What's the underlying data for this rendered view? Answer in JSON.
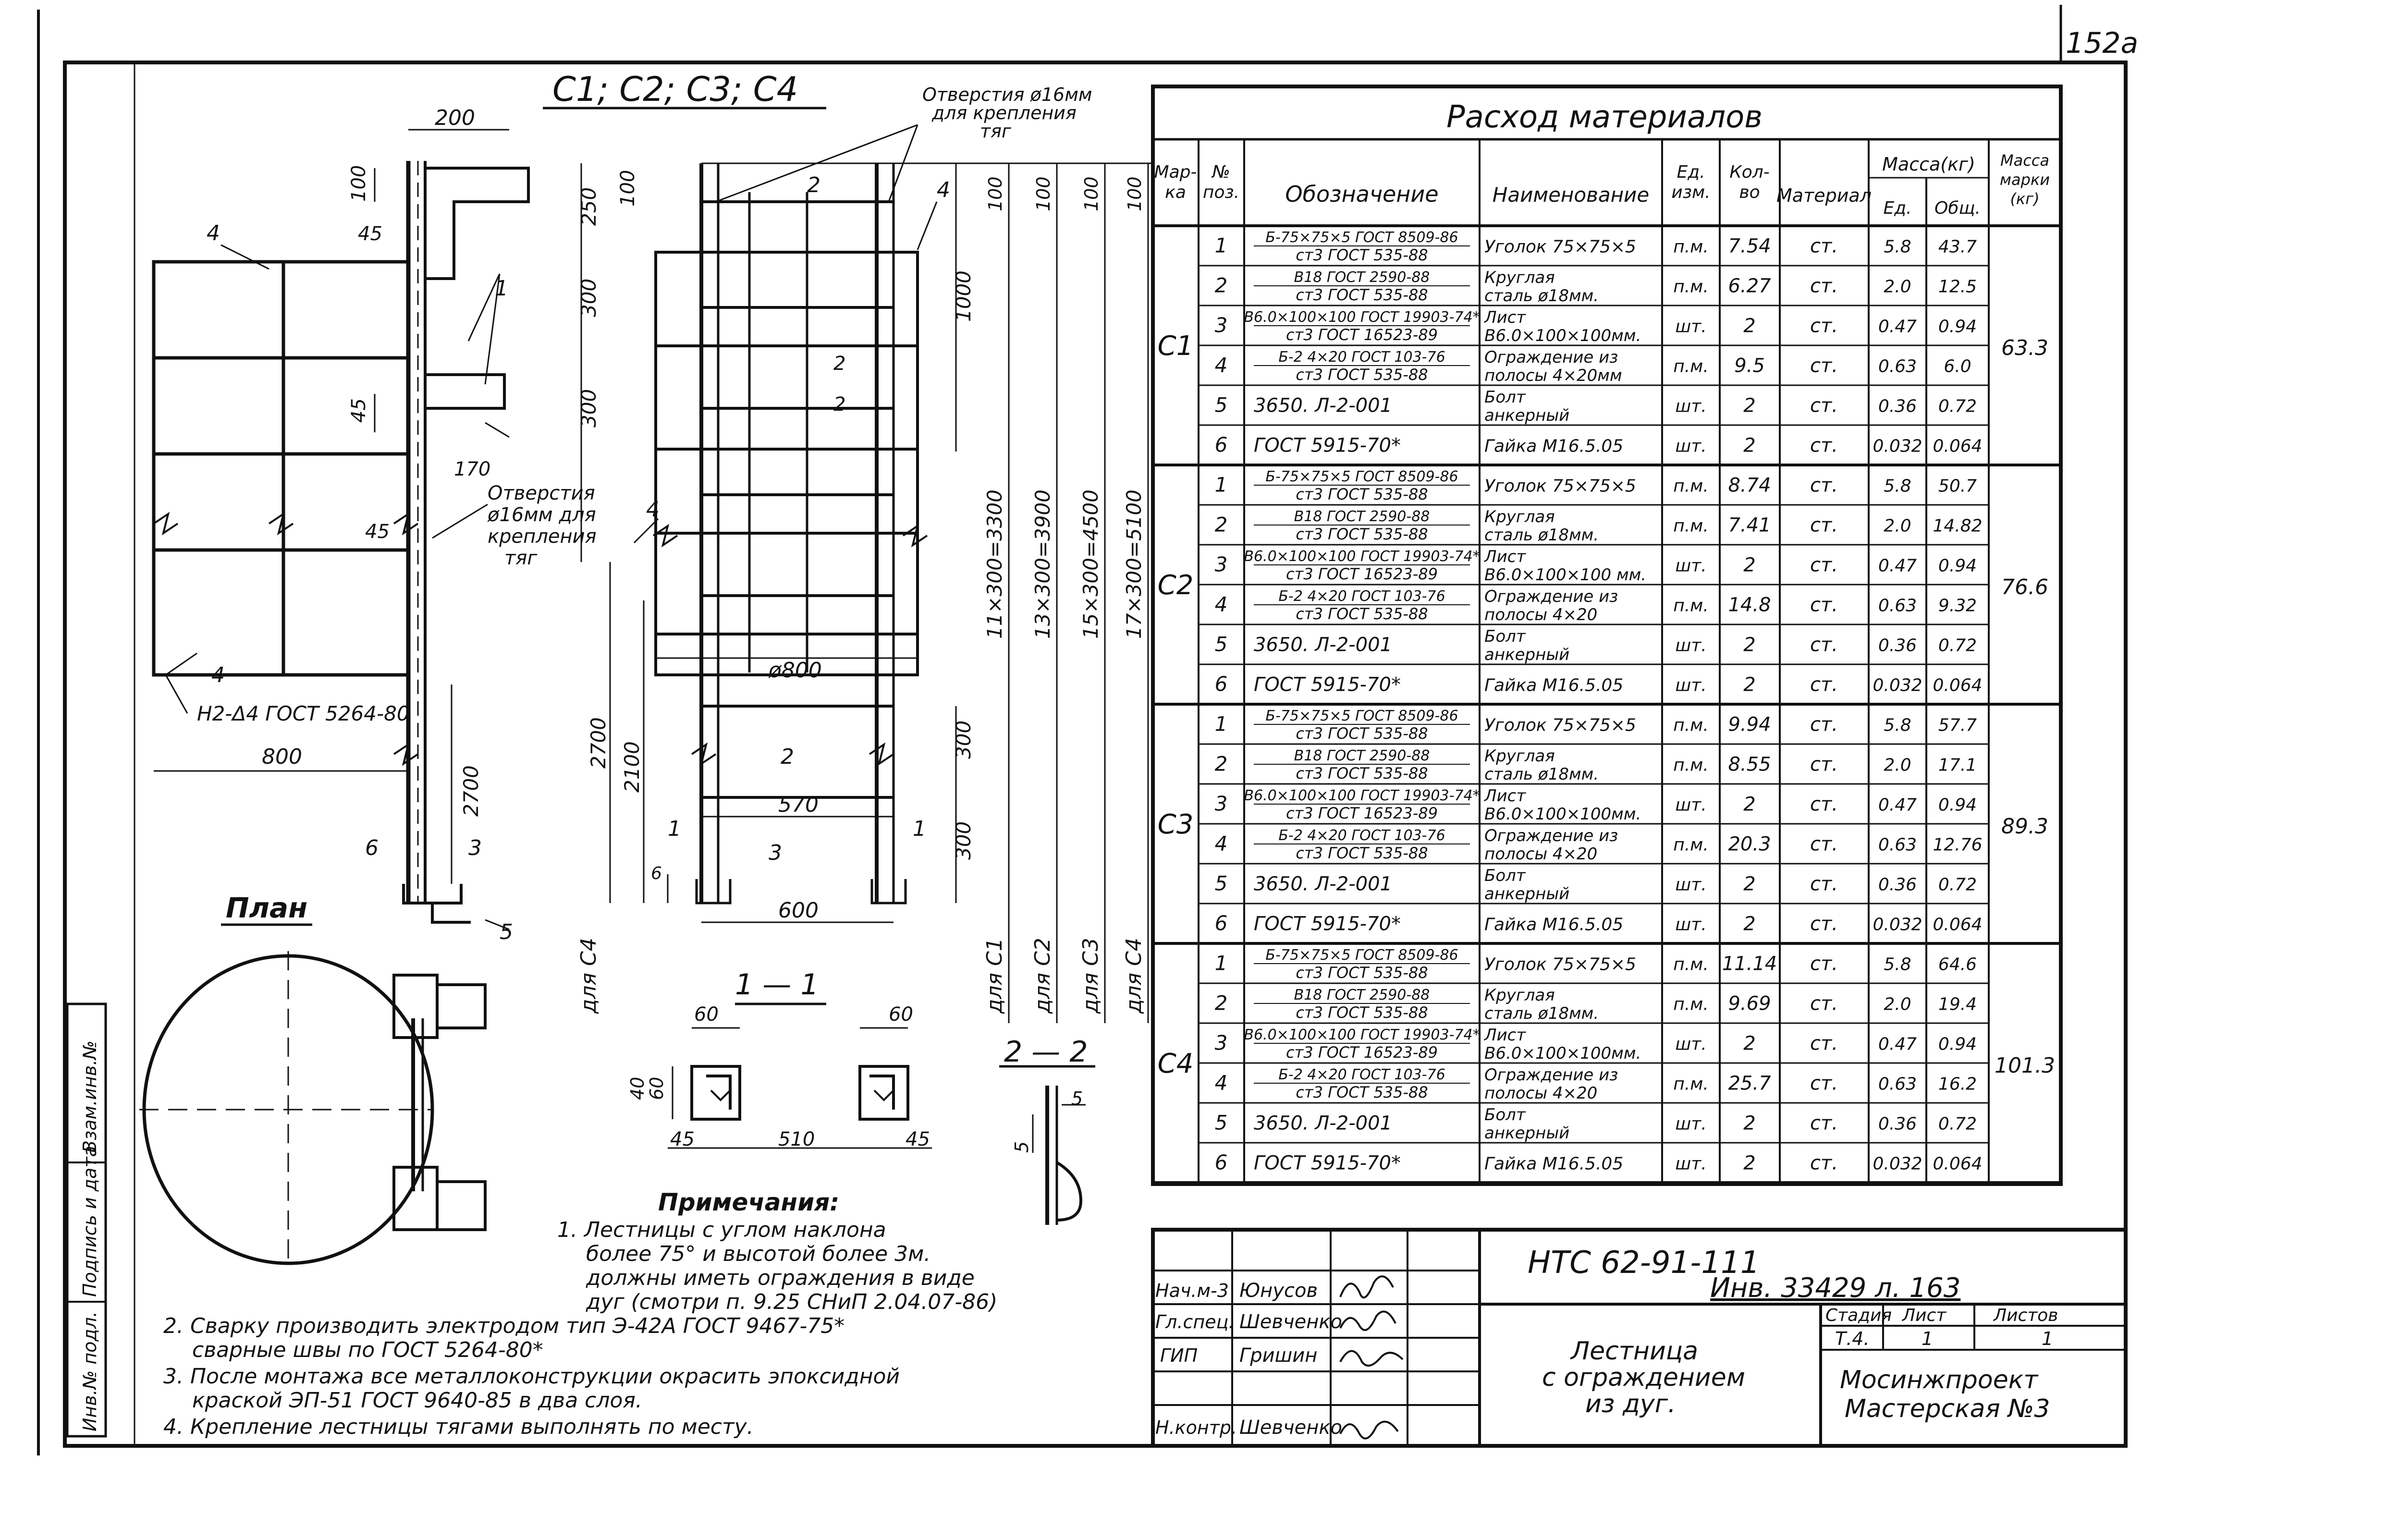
{
  "sheet_number": "152а",
  "drawing_title": "С1; С2; С3; С4",
  "labels": {
    "holes_top": [
      "Отверстия ø16мм",
      "для крепления",
      "тяг"
    ],
    "holes_mid": [
      "Отверстия",
      "ø16мм для",
      "крепления",
      "тяг"
    ],
    "plan": "План",
    "section_1": "1 — 1",
    "section_2": "2 — 2",
    "weld_spec": "Н2-Δ4 ГОСТ 5264-80",
    "for_c1": "для С1",
    "for_c2": "для С2",
    "for_c3": "для С3",
    "for_c4": "для С4",
    "side_stamp": [
      "Инв.№ подл.",
      "Подпись и дата",
      "Взам.инв.№"
    ]
  },
  "dimensions": {
    "d200": "200",
    "d100": "100",
    "d45": "45",
    "d170": "170",
    "d800": "800",
    "d2700": "2700",
    "d250": "250",
    "d300": "300",
    "d1000": "1000",
    "d2100": "2100",
    "d570": "570",
    "d600": "600",
    "d6": "6",
    "d_phi800": "ø800",
    "d_c1": "11×300=3300",
    "d_c2": "13×300=3900",
    "d_c3": "15×300=4500",
    "d_c4": "17×300=5100",
    "d60": "60",
    "d510": "510",
    "d40": "40",
    "d5": "5"
  },
  "notes": {
    "title": "Примечания:",
    "items": [
      "1. Лестницы с углом наклона",
      "более 75° и высотой более 3м.",
      "должны иметь ограждения в виде",
      "дуг (смотри п. 9.25 СНиП 2.04.07-86)",
      "2. Сварку производить электродом тип Э-42А ГОСТ 9467-75*",
      "сварные швы по ГОСТ 5264-80*",
      "3. После монтажа все металлоконструкции окрасить эпоксидной",
      "краской ЭП-51 ГОСТ 9640-85 в два слоя.",
      "4. Крепление лестницы тягами выполнять по месту."
    ]
  },
  "materials_table": {
    "title": "Расход материалов",
    "headers": {
      "mark": [
        "Мар-",
        "ка"
      ],
      "pos": [
        "№",
        "поз."
      ],
      "designation": "Обозначение",
      "name": "Наименование",
      "unit": [
        "Ед.",
        "изм."
      ],
      "qty": [
        "Кол-",
        "во"
      ],
      "material": "Материал",
      "mass": "Масса(кг)",
      "mass_unit": "Ед.",
      "mass_total": "Общ.",
      "mark_mass": [
        "Масса",
        "марки",
        "(кг)"
      ]
    },
    "groups": [
      {
        "mark": "С1",
        "mark_mass": "63.3",
        "rows": [
          {
            "pos": "1",
            "des": [
              "Б-75×75×5 ГОСТ 8509-86",
              "ст3 ГОСТ 535-88"
            ],
            "name": [
              "Уголок 75×75×5"
            ],
            "unit": "п.м.",
            "qty": "7.54",
            "mat": "ст.",
            "m_unit": "5.8",
            "m_total": "43.7"
          },
          {
            "pos": "2",
            "des": [
              "В18 ГОСТ 2590-88",
              "ст3 ГОСТ 535-88"
            ],
            "name": [
              "Круглая",
              "сталь ø18мм."
            ],
            "unit": "п.м.",
            "qty": "6.27",
            "mat": "ст.",
            "m_unit": "2.0",
            "m_total": "12.5"
          },
          {
            "pos": "3",
            "des": [
              "В6.0×100×100 ГОСТ 19903-74*",
              "ст3 ГОСТ 16523-89"
            ],
            "name": [
              "Лист",
              "В6.0×100×100мм."
            ],
            "unit": "шт.",
            "qty": "2",
            "mat": "ст.",
            "m_unit": "0.47",
            "m_total": "0.94"
          },
          {
            "pos": "4",
            "des": [
              "Б-2 4×20 ГОСТ 103-76",
              "ст3 ГОСТ 535-88"
            ],
            "name": [
              "Ограждение из",
              "полосы 4×20мм"
            ],
            "unit": "п.м.",
            "qty": "9.5",
            "mat": "ст.",
            "m_unit": "0.63",
            "m_total": "6.0"
          },
          {
            "pos": "5",
            "des": [
              "3650. Л-2-001"
            ],
            "name": [
              "Болт",
              "анкерный"
            ],
            "unit": "шт.",
            "qty": "2",
            "mat": "ст.",
            "m_unit": "0.36",
            "m_total": "0.72"
          },
          {
            "pos": "6",
            "des": [
              "ГОСТ 5915-70*"
            ],
            "name": [
              "Гайка М16.5.05"
            ],
            "unit": "шт.",
            "qty": "2",
            "mat": "ст.",
            "m_unit": "0.032",
            "m_total": "0.064"
          }
        ]
      },
      {
        "mark": "С2",
        "mark_mass": "76.6",
        "rows": [
          {
            "pos": "1",
            "des": [
              "Б-75×75×5 ГОСТ 8509-86",
              "ст3 ГОСТ 535-88"
            ],
            "name": [
              "Уголок 75×75×5"
            ],
            "unit": "п.м.",
            "qty": "8.74",
            "mat": "ст.",
            "m_unit": "5.8",
            "m_total": "50.7"
          },
          {
            "pos": "2",
            "des": [
              "В18 ГОСТ 2590-88",
              "ст3 ГОСТ 535-88"
            ],
            "name": [
              "Круглая",
              "сталь ø18мм."
            ],
            "unit": "п.м.",
            "qty": "7.41",
            "mat": "ст.",
            "m_unit": "2.0",
            "m_total": "14.82"
          },
          {
            "pos": "3",
            "des": [
              "В6.0×100×100 ГОСТ 19903-74*",
              "ст3 ГОСТ 16523-89"
            ],
            "name": [
              "Лист",
              "В6.0×100×100 мм."
            ],
            "unit": "шт.",
            "qty": "2",
            "mat": "ст.",
            "m_unit": "0.47",
            "m_total": "0.94"
          },
          {
            "pos": "4",
            "des": [
              "Б-2 4×20 ГОСТ 103-76",
              "ст3 ГОСТ 535-88"
            ],
            "name": [
              "Ограждение из",
              "полосы 4×20"
            ],
            "unit": "п.м.",
            "qty": "14.8",
            "mat": "ст.",
            "m_unit": "0.63",
            "m_total": "9.32"
          },
          {
            "pos": "5",
            "des": [
              "3650. Л-2-001"
            ],
            "name": [
              "Болт",
              "анкерный"
            ],
            "unit": "шт.",
            "qty": "2",
            "mat": "ст.",
            "m_unit": "0.36",
            "m_total": "0.72"
          },
          {
            "pos": "6",
            "des": [
              "ГОСТ 5915-70*"
            ],
            "name": [
              "Гайка М16.5.05"
            ],
            "unit": "шт.",
            "qty": "2",
            "mat": "ст.",
            "m_unit": "0.032",
            "m_total": "0.064"
          }
        ]
      },
      {
        "mark": "С3",
        "mark_mass": "89.3",
        "rows": [
          {
            "pos": "1",
            "des": [
              "Б-75×75×5 ГОСТ 8509-86",
              "ст3 ГОСТ 535-88"
            ],
            "name": [
              "Уголок 75×75×5"
            ],
            "unit": "п.м.",
            "qty": "9.94",
            "mat": "ст.",
            "m_unit": "5.8",
            "m_total": "57.7"
          },
          {
            "pos": "2",
            "des": [
              "В18 ГОСТ 2590-88",
              "ст3 ГОСТ 535-88"
            ],
            "name": [
              "Круглая",
              "сталь ø18мм."
            ],
            "unit": "п.м.",
            "qty": "8.55",
            "mat": "ст.",
            "m_unit": "2.0",
            "m_total": "17.1"
          },
          {
            "pos": "3",
            "des": [
              "В6.0×100×100 ГОСТ 19903-74*",
              "ст3 ГОСТ 16523-89"
            ],
            "name": [
              "Лист",
              "В6.0×100×100мм."
            ],
            "unit": "шт.",
            "qty": "2",
            "mat": "ст.",
            "m_unit": "0.47",
            "m_total": "0.94"
          },
          {
            "pos": "4",
            "des": [
              "Б-2 4×20 ГОСТ 103-76",
              "ст3 ГОСТ 535-88"
            ],
            "name": [
              "Ограждение из",
              "полосы 4×20"
            ],
            "unit": "п.м.",
            "qty": "20.3",
            "mat": "ст.",
            "m_unit": "0.63",
            "m_total": "12.76"
          },
          {
            "pos": "5",
            "des": [
              "3650. Л-2-001"
            ],
            "name": [
              "Болт",
              "анкерный"
            ],
            "unit": "шт.",
            "qty": "2",
            "mat": "ст.",
            "m_unit": "0.36",
            "m_total": "0.72"
          },
          {
            "pos": "6",
            "des": [
              "ГОСТ 5915-70*"
            ],
            "name": [
              "Гайка М16.5.05"
            ],
            "unit": "шт.",
            "qty": "2",
            "mat": "ст.",
            "m_unit": "0.032",
            "m_total": "0.064"
          }
        ]
      },
      {
        "mark": "С4",
        "mark_mass": "101.3",
        "rows": [
          {
            "pos": "1",
            "des": [
              "Б-75×75×5 ГОСТ 8509-86",
              "ст3 ГОСТ 535-88"
            ],
            "name": [
              "Уголок 75×75×5"
            ],
            "unit": "п.м.",
            "qty": "11.14",
            "mat": "ст.",
            "m_unit": "5.8",
            "m_total": "64.6"
          },
          {
            "pos": "2",
            "des": [
              "В18 ГОСТ 2590-88",
              "ст3 ГОСТ 535-88"
            ],
            "name": [
              "Круглая",
              "сталь ø18мм."
            ],
            "unit": "п.м.",
            "qty": "9.69",
            "mat": "ст.",
            "m_unit": "2.0",
            "m_total": "19.4"
          },
          {
            "pos": "3",
            "des": [
              "В6.0×100×100 ГОСТ 19903-74*",
              "ст3 ГОСТ 16523-89"
            ],
            "name": [
              "Лист",
              "В6.0×100×100мм."
            ],
            "unit": "шт.",
            "qty": "2",
            "mat": "ст.",
            "m_unit": "0.47",
            "m_total": "0.94"
          },
          {
            "pos": "4",
            "des": [
              "Б-2 4×20 ГОСТ 103-76",
              "ст3 ГОСТ 535-88"
            ],
            "name": [
              "Ограждение из",
              "полосы 4×20"
            ],
            "unit": "п.м.",
            "qty": "25.7",
            "mat": "ст.",
            "m_unit": "0.63",
            "m_total": "16.2"
          },
          {
            "pos": "5",
            "des": [
              "3650. Л-2-001"
            ],
            "name": [
              "Болт",
              "анкерный"
            ],
            "unit": "шт.",
            "qty": "2",
            "mat": "ст.",
            "m_unit": "0.36",
            "m_total": "0.72"
          },
          {
            "pos": "6",
            "des": [
              "ГОСТ 5915-70*"
            ],
            "name": [
              "Гайка М16.5.05"
            ],
            "unit": "шт.",
            "qty": "2",
            "mat": "ст.",
            "m_unit": "0.032",
            "m_total": "0.064"
          }
        ]
      }
    ]
  },
  "title_block": {
    "code": "НТС 62-91-111",
    "inv": "Инв. 33429 л. 163",
    "roles": [
      {
        "role": "Нач.м-3",
        "name": "Юнусов"
      },
      {
        "role": "Гл.спец.",
        "name": "Шевченко"
      },
      {
        "role": "ГИП",
        "name": "Гришин"
      },
      {
        "role": "",
        "name": ""
      },
      {
        "role": "Н.контр.",
        "name": "Шевченко"
      }
    ],
    "doc_name": [
      "Лестница",
      "с ограждением",
      "из дуг."
    ],
    "stage_label": "Стадия",
    "sheet_label": "Лист",
    "sheets_label": "Листов",
    "stage": "Т.4.",
    "sheet": "1",
    "sheets": "1",
    "org": [
      "Мосинжпроект",
      "Мастерская №3"
    ]
  }
}
